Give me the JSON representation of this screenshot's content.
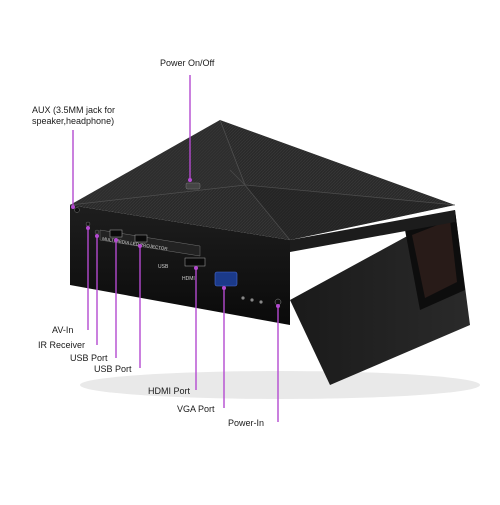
{
  "callouts": {
    "power_onoff": "Power On/Off",
    "aux": "AUX (3.5MM jack for speaker,headphone)",
    "av_in": "AV-In",
    "ir_receiver": "IR Receiver",
    "usb_port_1": "USB Port",
    "usb_port_2": "USB Port",
    "hdmi_port": "HDMI Port",
    "vga_port": "VGA Port",
    "power_in": "Power-In"
  },
  "device_markings": {
    "brand_strip": "MULTIMEDIA LED PROJECTOR",
    "usb_label": "USB",
    "hdmi_label": "HDMI"
  },
  "colors": {
    "callout": "#b44ad0",
    "body_top": "#2b2b2b",
    "body_side": "#141414"
  }
}
